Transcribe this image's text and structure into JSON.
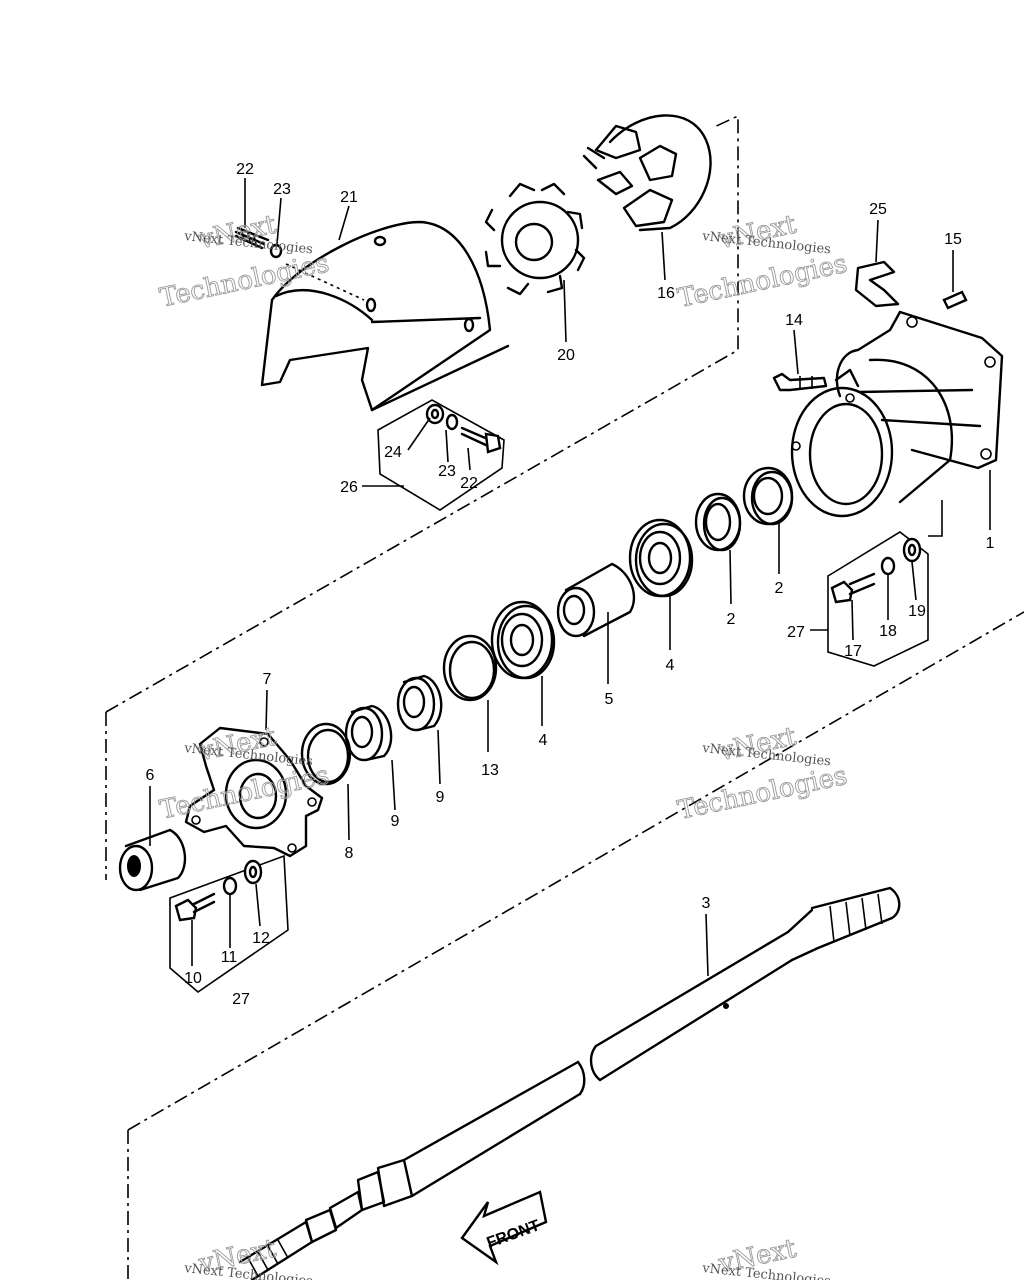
{
  "watermark": {
    "line1": "vNext",
    "line2": "Technologies",
    "small": "vNext Technologies"
  },
  "front_arrow_label": "FRONT",
  "part_numbers": {
    "p1": "1",
    "p2a": "2",
    "p2b": "2",
    "p3": "3",
    "p4a": "4",
    "p4b": "4",
    "p5": "5",
    "p6": "6",
    "p7": "7",
    "p8": "8",
    "p9a": "9",
    "p9b": "9",
    "p10": "10",
    "p11": "11",
    "p12": "12",
    "p13": "13",
    "p14": "14",
    "p15": "15",
    "p16": "16",
    "p17": "17",
    "p18": "18",
    "p19": "19",
    "p20": "20",
    "p21": "21",
    "p22a": "22",
    "p22b": "22",
    "p23a": "23",
    "p23b": "23",
    "p24": "24",
    "p25": "25",
    "p26": "26",
    "p27a": "27",
    "p27b": "27"
  }
}
